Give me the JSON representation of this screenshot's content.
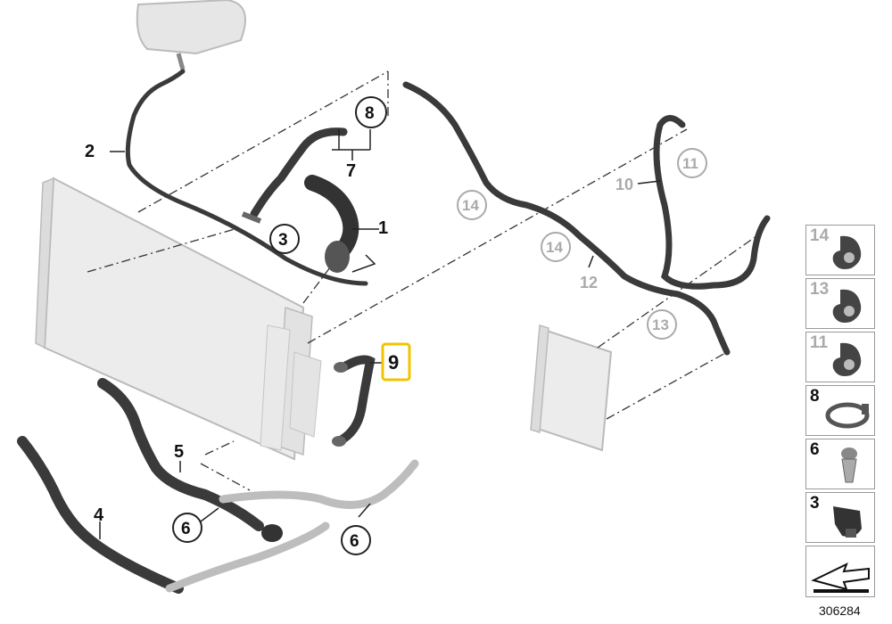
{
  "callouts": {
    "c1": "1",
    "c2": "2",
    "c3": "3",
    "c4": "4",
    "c5": "5",
    "c6a": "6",
    "c6b": "6",
    "c7": "7",
    "c8": "8",
    "c9": "9",
    "c10": "10",
    "c11": "11",
    "c12": "12",
    "c13": "13",
    "c14a": "14",
    "c14b": "14"
  },
  "parts_panel": [
    {
      "number": "14",
      "icon": "clip-clamp-icon"
    },
    {
      "number": "13",
      "icon": "clip-clamp-icon"
    },
    {
      "number": "11",
      "icon": "clip-clamp-icon"
    },
    {
      "number": "8",
      "icon": "hose-clamp-icon"
    },
    {
      "number": "6",
      "icon": "expanding-rivet-icon"
    },
    {
      "number": "3",
      "icon": "cable-clip-icon"
    }
  ],
  "reference_number": "306284",
  "colors": {
    "highlight": "#f0c400",
    "hose": "#3a3a3a",
    "ghost": "#d9d9d9"
  }
}
